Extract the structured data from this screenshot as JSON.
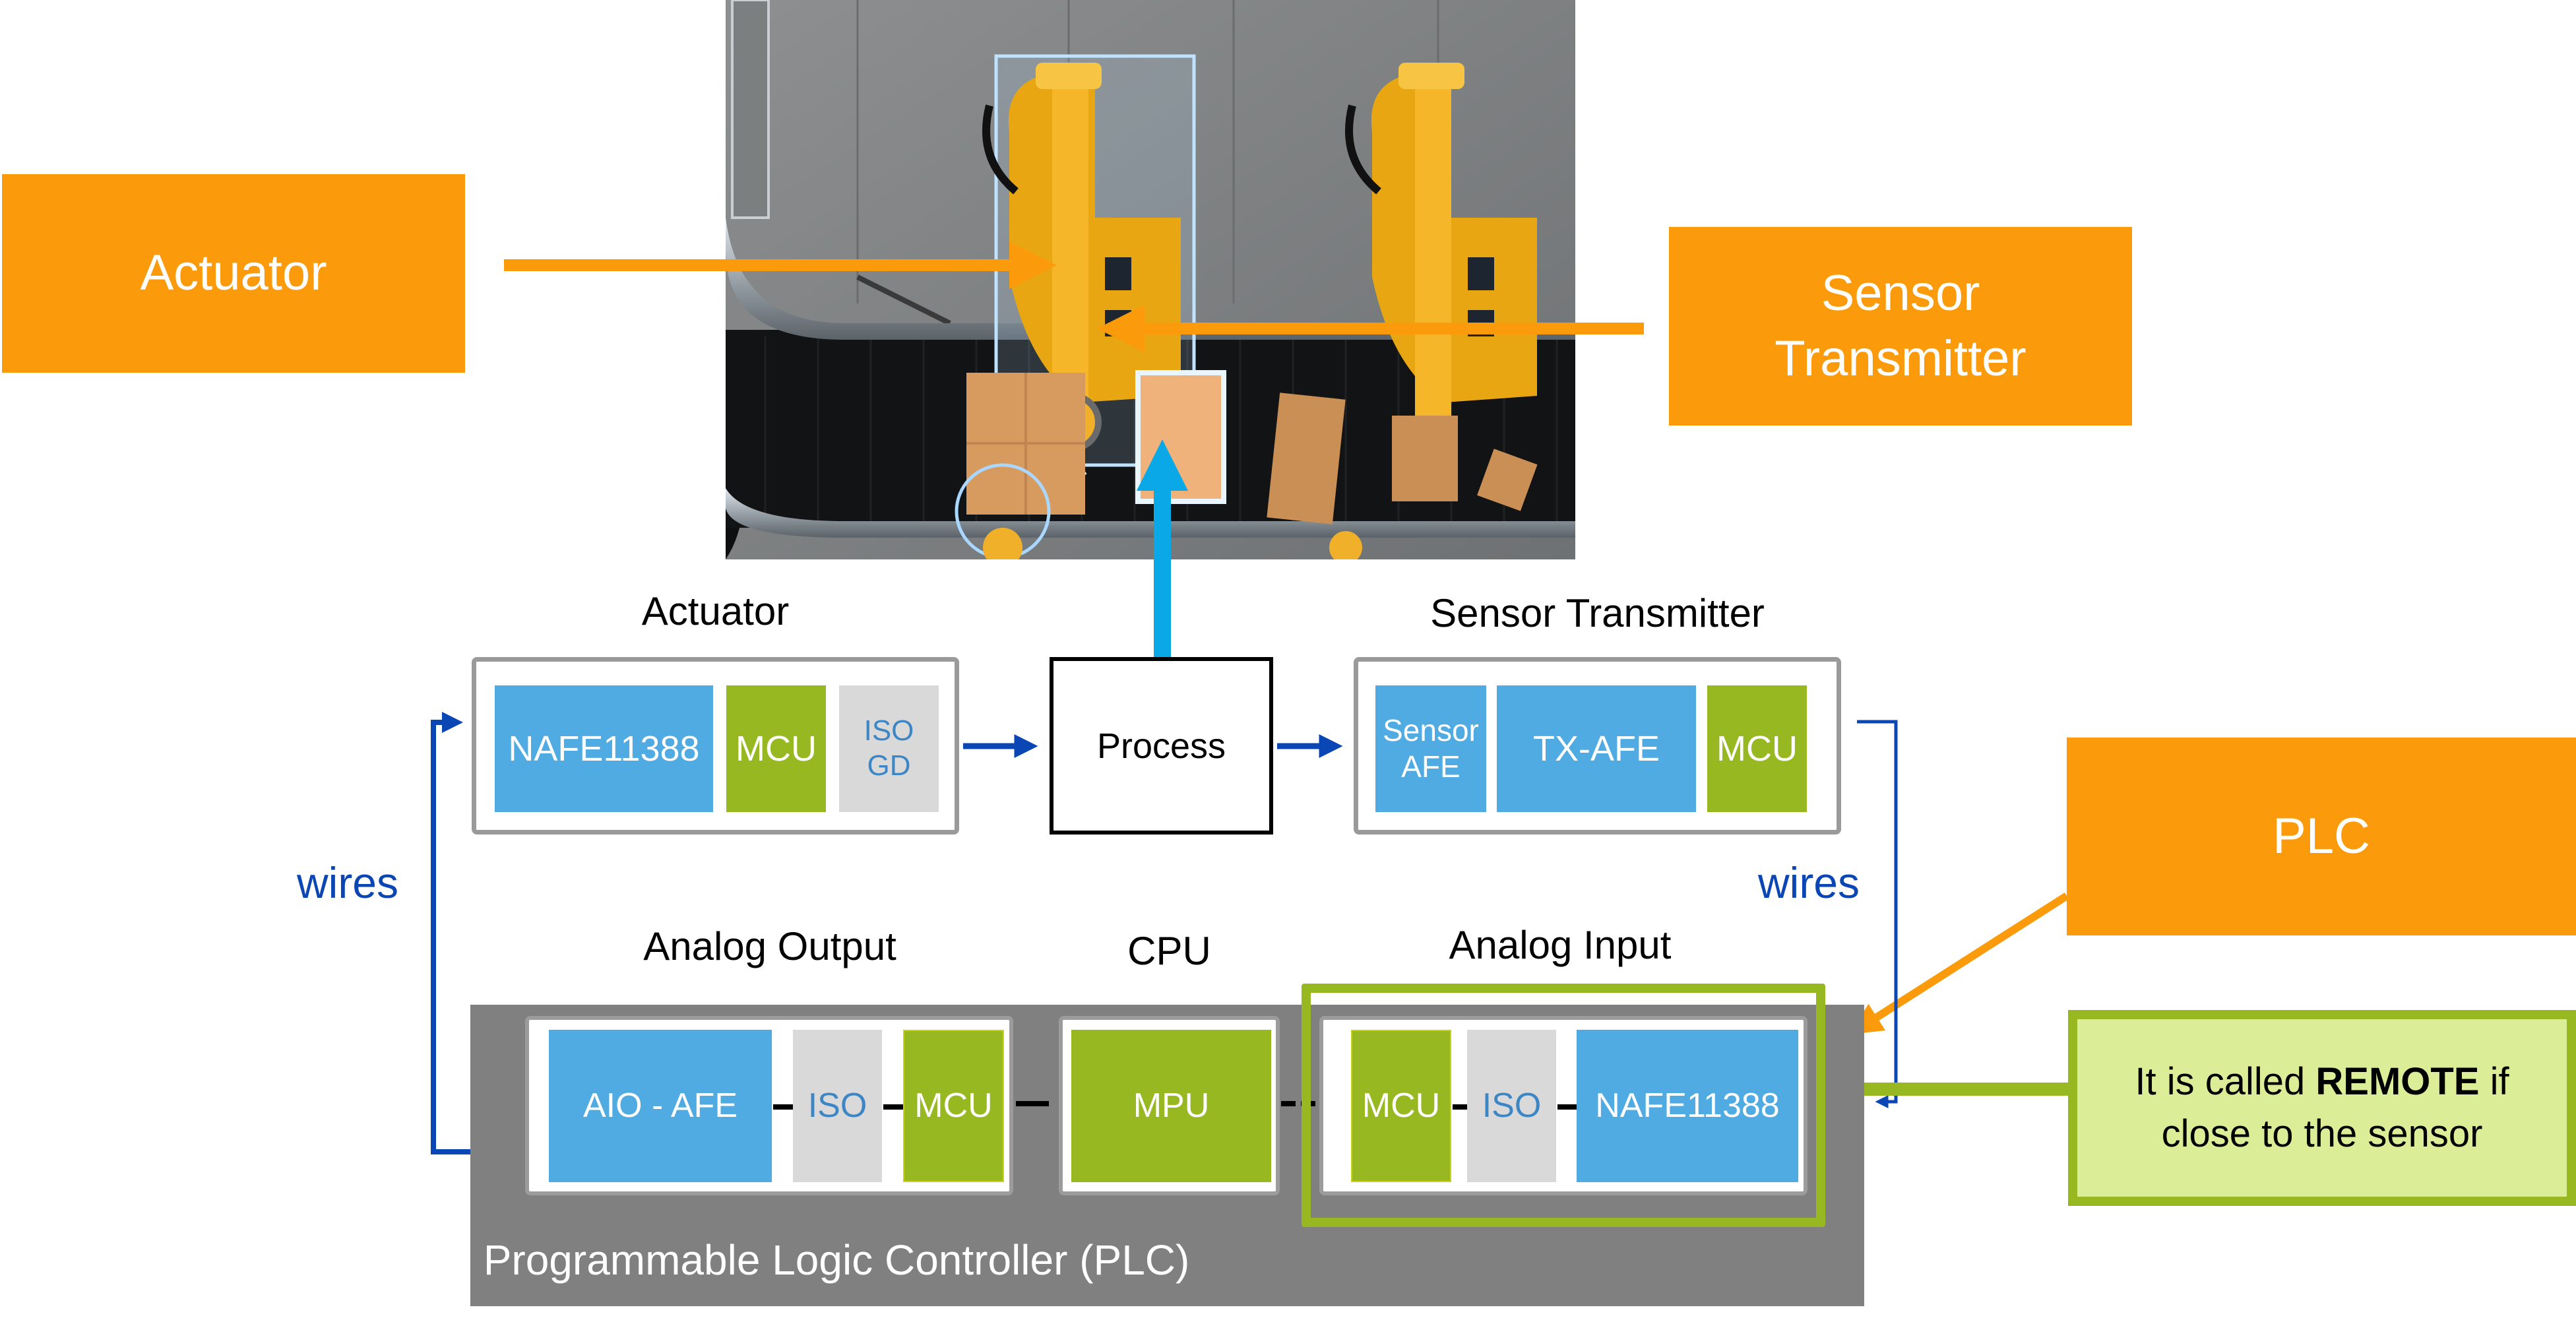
{
  "callouts": {
    "actuator": "Actuator",
    "sensor_transmitter_line1": "Sensor",
    "sensor_transmitter_line2": "Transmitter",
    "plc": "PLC",
    "remote_note_prefix": "It is called ",
    "remote_note_bold": "REMOTE",
    "remote_note_suffix": " if",
    "remote_note_line2": "close to the sensor"
  },
  "photo": {
    "description": "Overhead view of yellow industrial robot arms picking cardboard boxes from a conveyor belt"
  },
  "field": {
    "actuator": {
      "title": "Actuator",
      "blocks": [
        "NAFE11388",
        "MCU",
        "ISO",
        "GD"
      ]
    },
    "process": "Process",
    "sensor_transmitter": {
      "title": "Sensor Transmitter",
      "blocks": [
        "Sensor",
        "AFE",
        "TX-AFE",
        "MCU"
      ]
    }
  },
  "wires_left": "wires",
  "wires_right": "wires",
  "plc": {
    "label": "Programmable Logic Controller (PLC)",
    "analog_output": {
      "title": "Analog Output",
      "blocks": [
        "AIO - AFE",
        "ISO",
        "MCU"
      ]
    },
    "cpu": {
      "title": "CPU",
      "blocks": [
        "MPU"
      ]
    },
    "analog_input": {
      "title": "Analog Input",
      "blocks": [
        "MCU",
        "ISO",
        "NAFE11388"
      ]
    }
  },
  "colors": {
    "callout_orange": "#fb9b0c",
    "afe_blue": "#50abe2",
    "mcu_green": "#98b822",
    "iso_grey": "#d9d9d9",
    "wire_blue": "#0a46b4",
    "process_arrow_cyan": "#0aa8e6",
    "plc_grey": "#808080",
    "remote_fill": "#dced98"
  }
}
